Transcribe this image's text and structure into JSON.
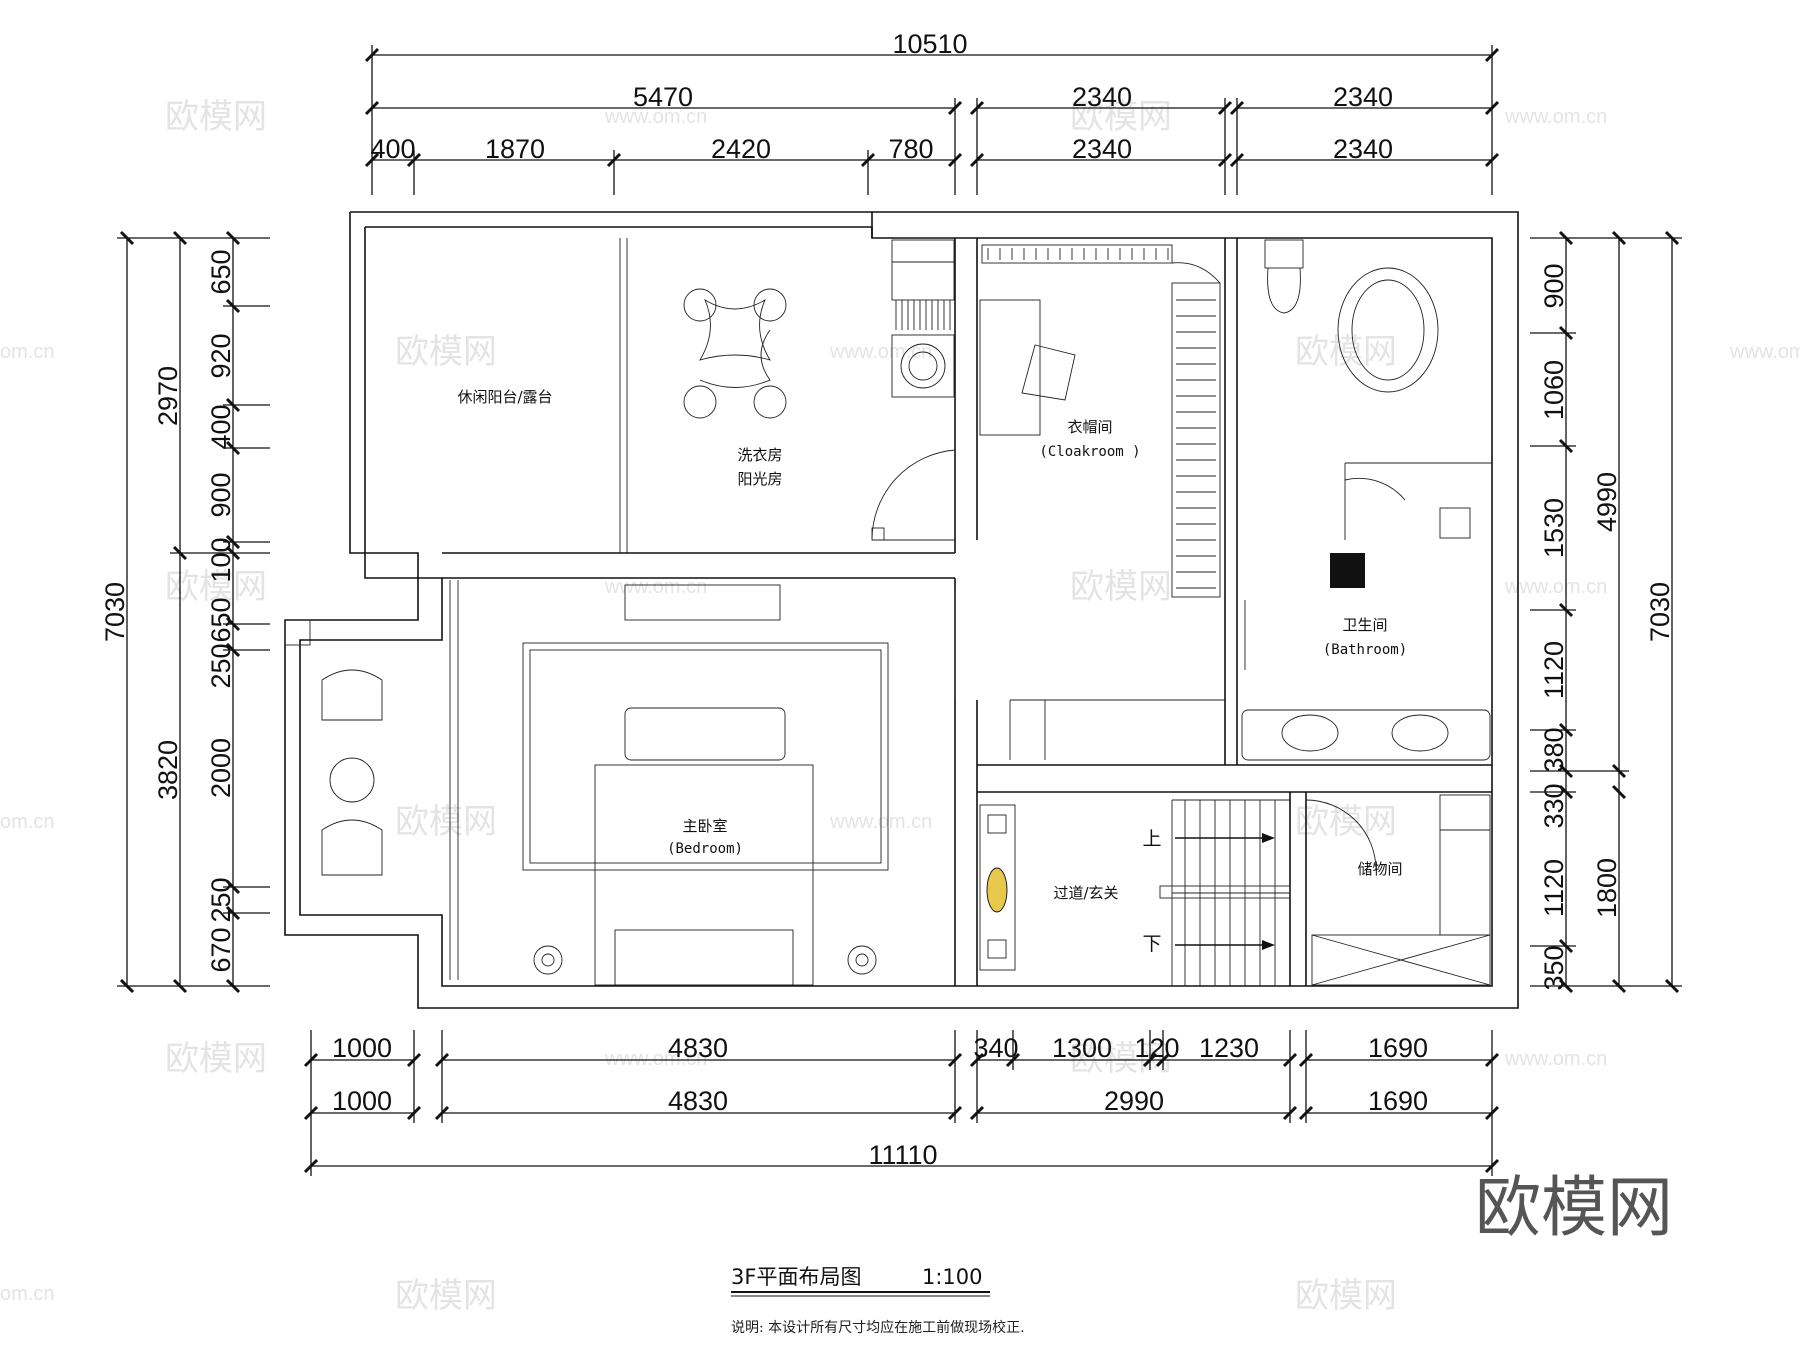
{
  "plan": {
    "title": "3F平面布局图",
    "scale": "1:100",
    "note": "说明: 本设计所有尺寸均应在施工前做现场校正.",
    "logo": "欧模网"
  },
  "watermark": {
    "text": "欧模网",
    "url": "www.om.cn",
    "url_short": "om.cn"
  },
  "dimensions": {
    "top_total": "10510",
    "top_row2": [
      "5470",
      "2340",
      "2340"
    ],
    "top_row3": [
      "400",
      "1870",
      "2420",
      "780",
      "2340",
      "2340"
    ],
    "bottom_row1": [
      "1000",
      "4830",
      "340",
      "1300",
      "120",
      "1230",
      "1690"
    ],
    "bottom_row2": [
      "1000",
      "4830",
      "2990",
      "1690"
    ],
    "bottom_total": "11110",
    "left_outer": "7030",
    "left_mid": [
      "2970",
      "3820"
    ],
    "left_inner": [
      "650",
      "920",
      "400",
      "900",
      "100",
      "650",
      "250",
      "2000",
      "250",
      "670"
    ],
    "right_inner": [
      "900",
      "1060",
      "1530",
      "1120",
      "380",
      "330",
      "1120",
      "350"
    ],
    "right_mid": [
      "4990",
      "1800"
    ],
    "right_outer": "7030"
  },
  "rooms": {
    "balcony": "休闲阳台/露台",
    "laundry_1": "洗衣房",
    "laundry_2": "阳光房",
    "cloak_cn": "衣帽间",
    "cloak_en": "(Cloakroom )",
    "bath_cn": "卫生间",
    "bath_en": "(Bathroom)",
    "bedroom_cn": "主卧室",
    "bedroom_en": "(Bedroom)",
    "hall": "过道/玄关",
    "storage": "储物间",
    "stair_up": "上",
    "stair_down": "下"
  }
}
